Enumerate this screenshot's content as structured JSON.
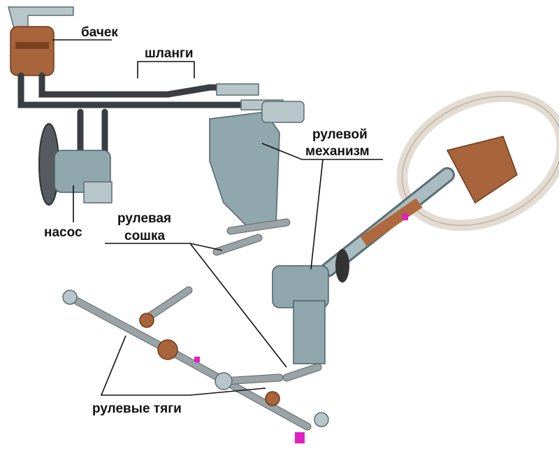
{
  "labels": {
    "reservoir": "бачек",
    "hoses": "шланги",
    "gear_line1": "рулевой",
    "gear_line2": "механизм",
    "arm_line1": "рулевая",
    "arm_line2": "сошка",
    "pump": "насос",
    "tie_rods": "рулевые тяги"
  },
  "colors": {
    "metal": "#8fa7ad",
    "hose": "#3a3d42",
    "brown": "#a8643a",
    "accent": "#e020c0"
  }
}
